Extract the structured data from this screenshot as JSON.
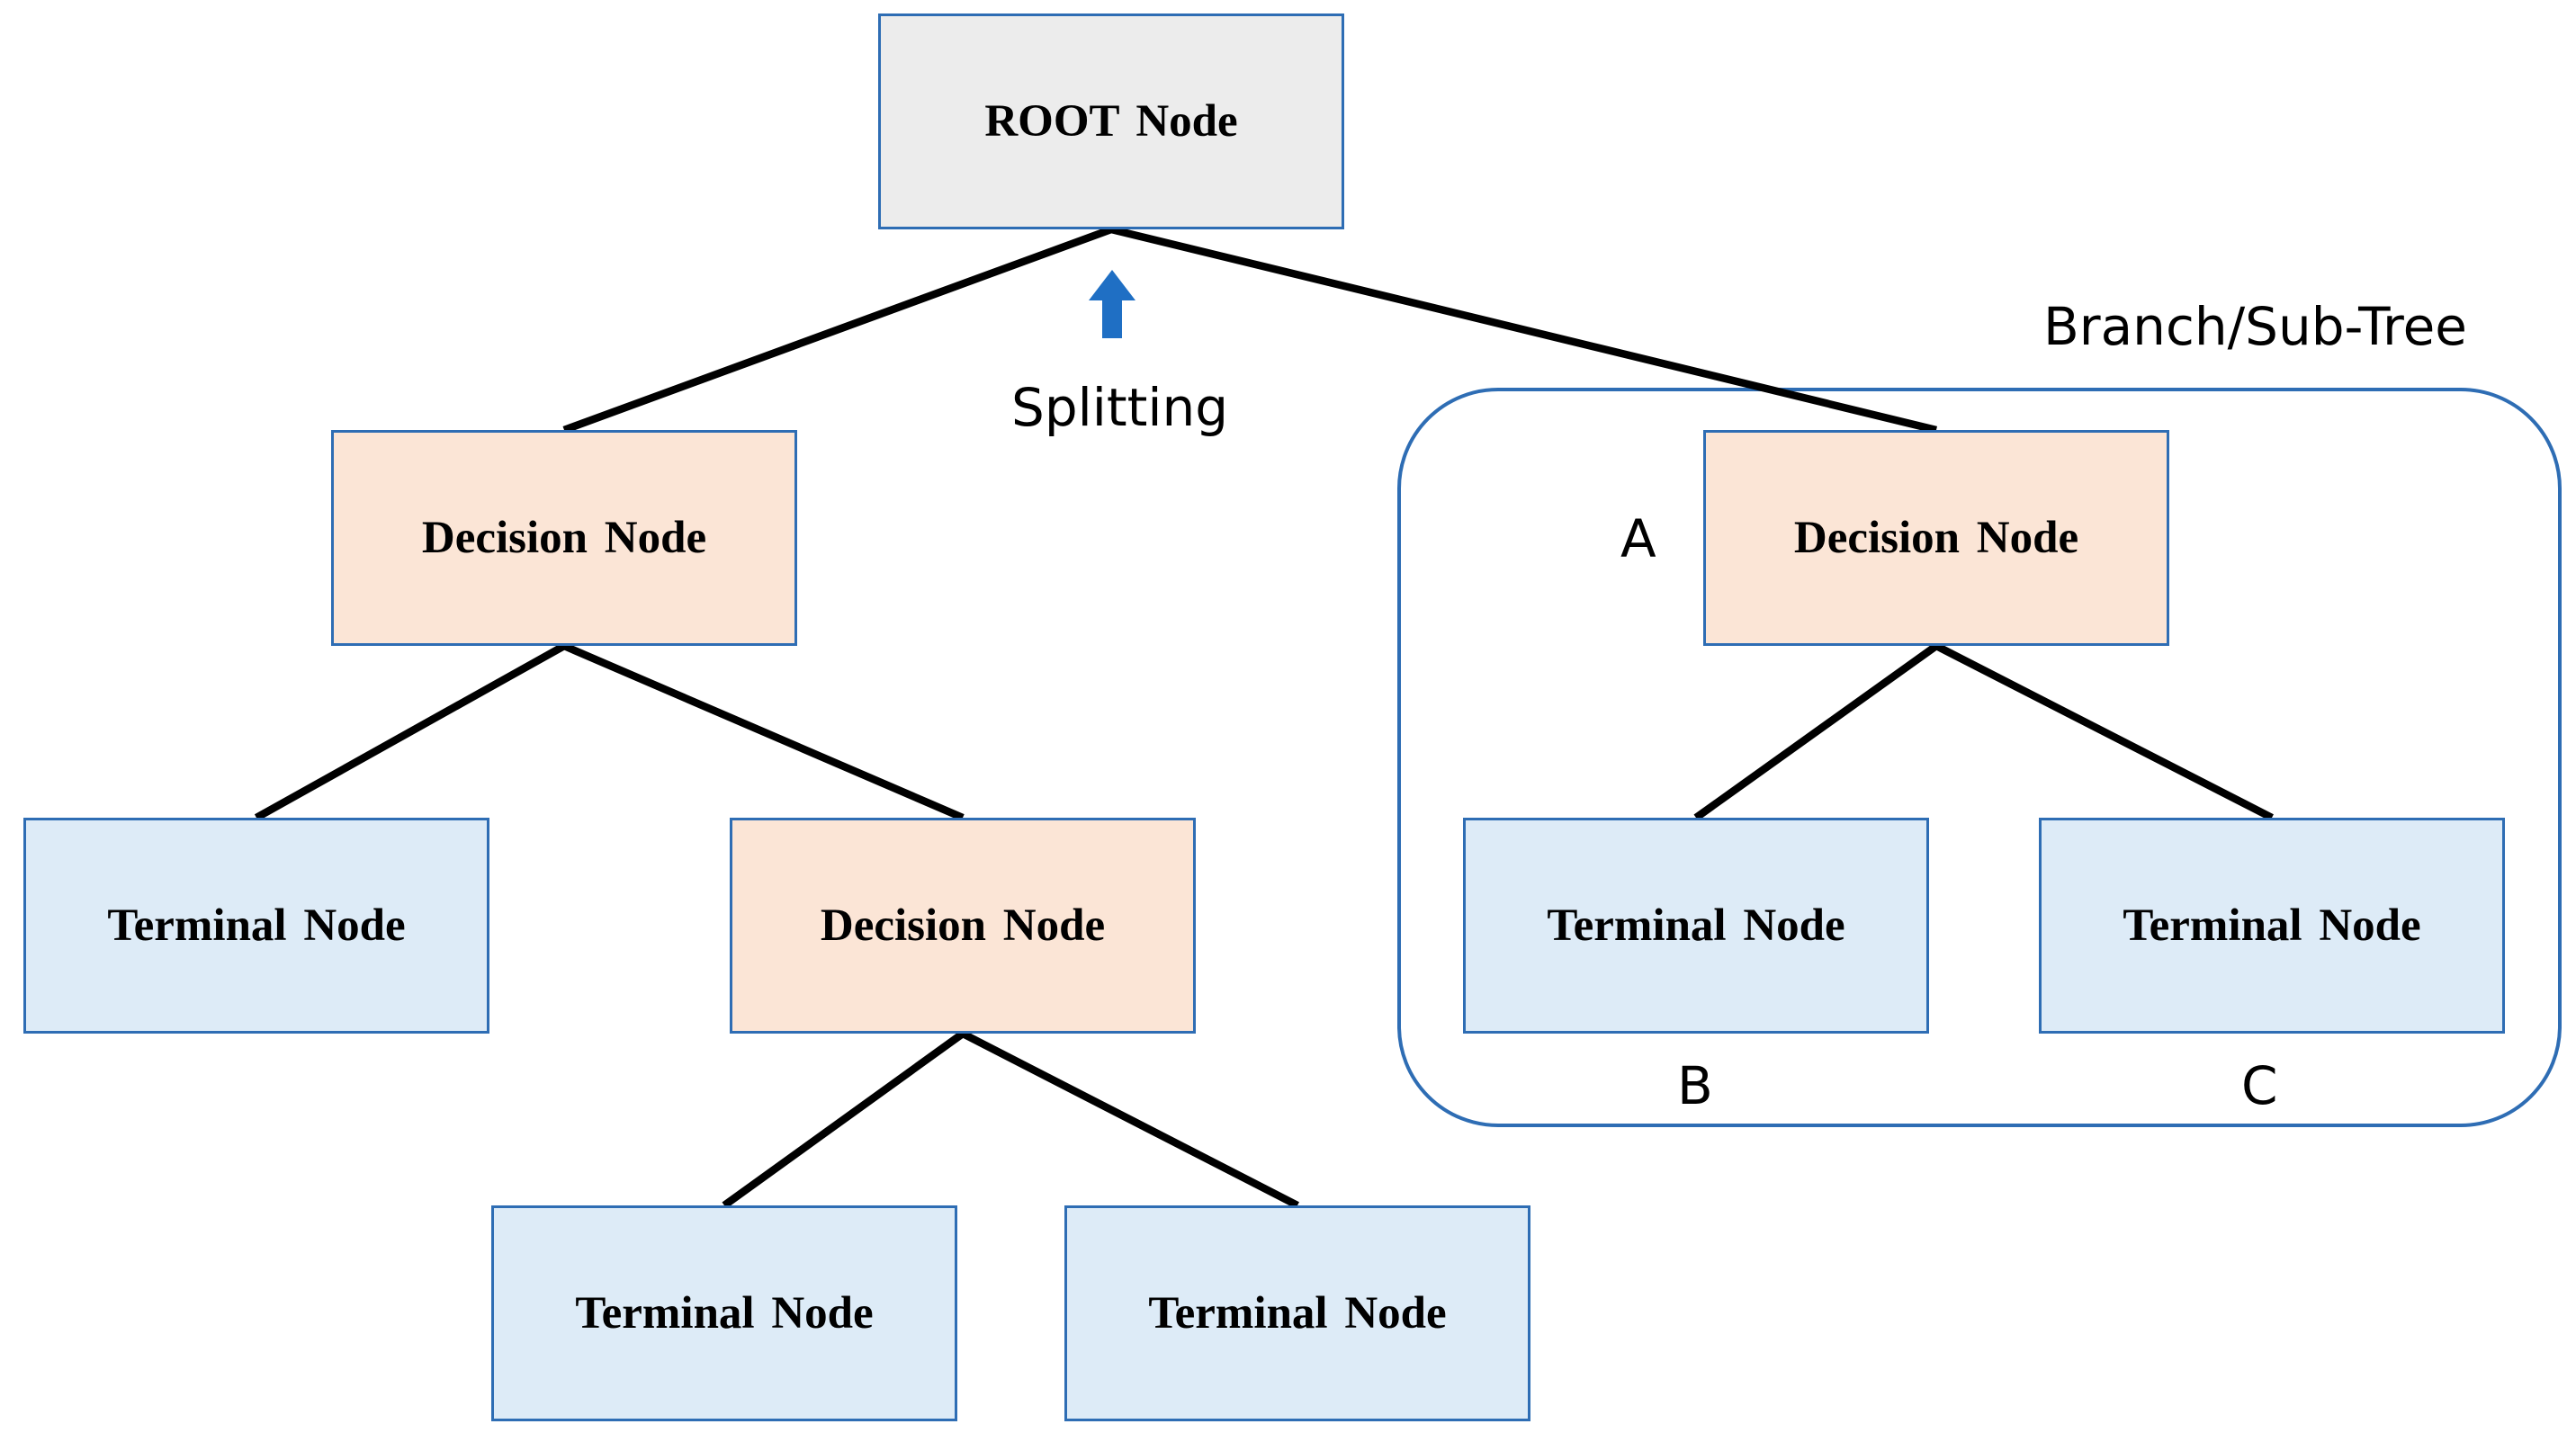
{
  "colors": {
    "root_fill": "#ececec",
    "decision_fill": "#fbe5d6",
    "terminal_fill": "#ddebf7",
    "border": "#2e6db4",
    "edge": "#000000",
    "arrow": "#1f6fc4",
    "subtree_border": "#2e6db4"
  },
  "nodes": [
    {
      "id": "root",
      "type": "root",
      "label": "ROOT Node"
    },
    {
      "id": "decision-left",
      "type": "decision",
      "label": "Decision Node"
    },
    {
      "id": "decision-right",
      "type": "decision",
      "label": "Decision Node"
    },
    {
      "id": "terminal-left",
      "type": "terminal",
      "label": "Terminal Node"
    },
    {
      "id": "decision-mid",
      "type": "decision",
      "label": "Decision Node"
    },
    {
      "id": "terminal-b",
      "type": "terminal",
      "label": "Terminal Node"
    },
    {
      "id": "terminal-c",
      "type": "terminal",
      "label": "Terminal Node"
    },
    {
      "id": "terminal-bottom-left",
      "type": "terminal",
      "label": "Terminal Node"
    },
    {
      "id": "terminal-bottom-right",
      "type": "terminal",
      "label": "Terminal Node"
    }
  ],
  "edges": [
    {
      "from": "root",
      "to": "decision-left"
    },
    {
      "from": "root",
      "to": "decision-right"
    },
    {
      "from": "decision-left",
      "to": "terminal-left"
    },
    {
      "from": "decision-left",
      "to": "decision-mid"
    },
    {
      "from": "decision-right",
      "to": "terminal-b"
    },
    {
      "from": "decision-right",
      "to": "terminal-c"
    },
    {
      "from": "decision-mid",
      "to": "terminal-bottom-left"
    },
    {
      "from": "decision-mid",
      "to": "terminal-bottom-right"
    }
  ],
  "labels": {
    "splitting": "Splitting",
    "branch": "Branch/Sub-Tree",
    "a": "A",
    "b": "B",
    "c": "C"
  }
}
